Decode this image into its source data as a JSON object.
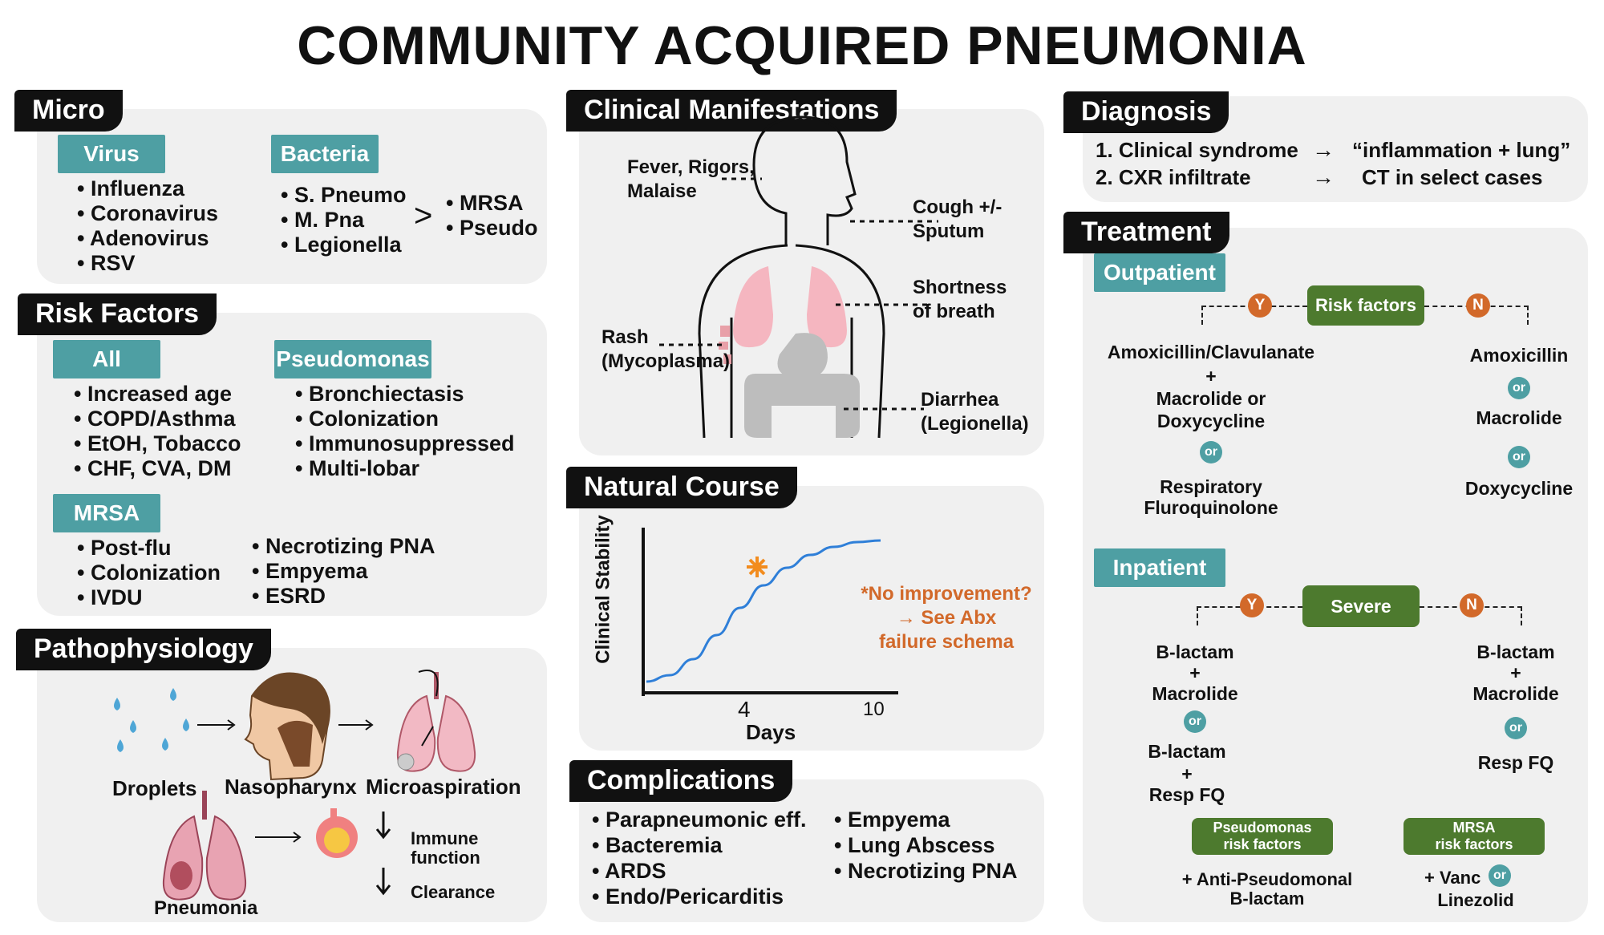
{
  "title": "COMMUNITY ACQUIRED PNEUMONIA",
  "micro": {
    "header": "Micro",
    "virus_tag": "Virus",
    "virus": [
      "Influenza",
      "Coronavirus",
      "Adenovirus",
      "RSV"
    ],
    "bacteria_tag": "Bacteria",
    "bacteria": [
      "S. Pneumo",
      "M. Pna",
      "Legionella"
    ],
    "gt": ">",
    "other": [
      "MRSA",
      "Pseudo"
    ]
  },
  "risk": {
    "header": "Risk Factors",
    "all_tag": "All",
    "all": [
      "Increased age",
      "COPD/Asthma",
      "EtOH, Tobacco",
      "CHF, CVA, DM"
    ],
    "pseudo_tag": "Pseudomonas",
    "pseudo": [
      "Bronchiectasis",
      "Colonization",
      "Immunosuppressed",
      "Multi-lobar"
    ],
    "mrsa_tag": "MRSA",
    "mrsa_left": [
      "Post-flu",
      "Colonization",
      "IVDU"
    ],
    "mrsa_right": [
      "Necrotizing PNA",
      "Empyema",
      "ESRD"
    ]
  },
  "patho": {
    "header": "Pathophysiology",
    "droplets": "Droplets",
    "nasopharynx": "Nasopharynx",
    "microaspiration": "Microaspiration",
    "pneumonia": "Pneumonia",
    "immune": "Immune function",
    "clearance": "Clearance"
  },
  "clinical": {
    "header": "Clinical Manifestations",
    "fever": "Fever, Rigors, Malaise",
    "cough": "Cough +/- Sputum",
    "sob": "Shortness of breath",
    "rash": "Rash (Mycoplasma)",
    "diarrhea": "Diarrhea (Legionella)"
  },
  "course": {
    "header": "Natural Course",
    "ylabel": "Clinical Stability",
    "xlabel": "Days",
    "tick1": "4",
    "tick2": "10",
    "note1": "*No improvement?",
    "note2": "→ See Abx",
    "note3": "failure schema",
    "colors": {
      "curve": "#2f7fd8",
      "star": "#f28c1e",
      "note": "#d2692a"
    }
  },
  "chart_data": {
    "type": "line",
    "title": "",
    "xlabel": "Days",
    "ylabel": "Clinical Stability",
    "xticks": [
      "4",
      "10"
    ],
    "x": [
      0,
      1,
      2,
      3,
      4,
      5,
      6,
      7,
      8,
      9,
      10
    ],
    "y": [
      0.04,
      0.08,
      0.18,
      0.33,
      0.5,
      0.64,
      0.75,
      0.83,
      0.88,
      0.91,
      0.92
    ]
  },
  "complications": {
    "header": "Complications",
    "left": [
      "Parapneumonic eff.",
      "Bacteremia",
      "ARDS",
      "Endo/Pericarditis"
    ],
    "right": [
      "Empyema",
      "Lung Abscess",
      "Necrotizing PNA"
    ]
  },
  "diagnosis": {
    "header": "Diagnosis",
    "row1_left": "1. Clinical syndrome",
    "row1_right": "“inflammation + lung”",
    "row2_left": "2. CXR infiltrate",
    "row2_right": "CT in select cases",
    "arrow": "→"
  },
  "treatment": {
    "header": "Treatment",
    "outpatient_tag": "Outpatient",
    "risk_box": "Risk factors",
    "yes": "Y",
    "no": "N",
    "or": "or",
    "out_yes_1": "Amoxicillin/Clavulanate",
    "out_yes_plus": "+",
    "out_yes_2": "Macrolide or",
    "out_yes_3": "Doxycycline",
    "out_yes_4": "Respiratory",
    "out_yes_5": "Fluroquinolone",
    "out_no_1": "Amoxicillin",
    "out_no_2": "Macrolide",
    "out_no_3": "Doxycycline",
    "inpatient_tag": "Inpatient",
    "severe_box": "Severe",
    "in_yes_1": "B-lactam",
    "in_yes_plus": "+",
    "in_yes_2": "Macrolide",
    "in_yes_3": "B-lactam",
    "in_yes_4": "Resp FQ",
    "in_no_1": "B-lactam",
    "in_no_2": "Macrolide",
    "in_no_3": "Resp FQ",
    "pseudo_box_1": "Pseudomonas",
    "pseudo_box_2": "risk factors",
    "mrsa_box_1": "MRSA",
    "mrsa_box_2": "risk factors",
    "anti_pseudo_1": "+ Anti-Pseudomonal",
    "anti_pseudo_2": "B-lactam",
    "vanc": "+ Vanc",
    "linezolid": "Linezolid",
    "colors": {
      "teal": "#4e9fa3",
      "green": "#4d7a2e",
      "orange": "#d2692a"
    }
  }
}
